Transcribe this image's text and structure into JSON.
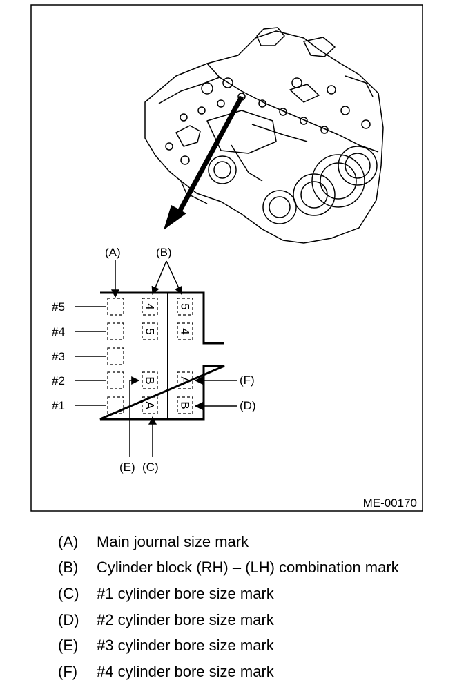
{
  "figure": {
    "code": "ME-00170",
    "callouts": {
      "a": "(A)",
      "b": "(B)",
      "c": "(C)",
      "d": "(D)",
      "e": "(E)",
      "f": "(F)"
    },
    "rows": [
      "#5",
      "#4",
      "#3",
      "#2",
      "#1"
    ],
    "marks": {
      "mid_row5": "4",
      "mid_row4": "5",
      "mid_row2": "B",
      "mid_row1": "A",
      "right_row5": "5",
      "right_row4": "4",
      "right_row2": "A",
      "right_row1": "B"
    }
  },
  "legend": [
    {
      "code": "(A)",
      "text": "Main journal size mark"
    },
    {
      "code": "(B)",
      "text": "Cylinder block (RH) – (LH) combination mark"
    },
    {
      "code": "(C)",
      "text": "#1 cylinder bore size mark"
    },
    {
      "code": "(D)",
      "text": "#2 cylinder bore size mark"
    },
    {
      "code": "(E)",
      "text": "#3 cylinder bore size mark"
    },
    {
      "code": "(F)",
      "text": "#4 cylinder bore size mark"
    }
  ]
}
